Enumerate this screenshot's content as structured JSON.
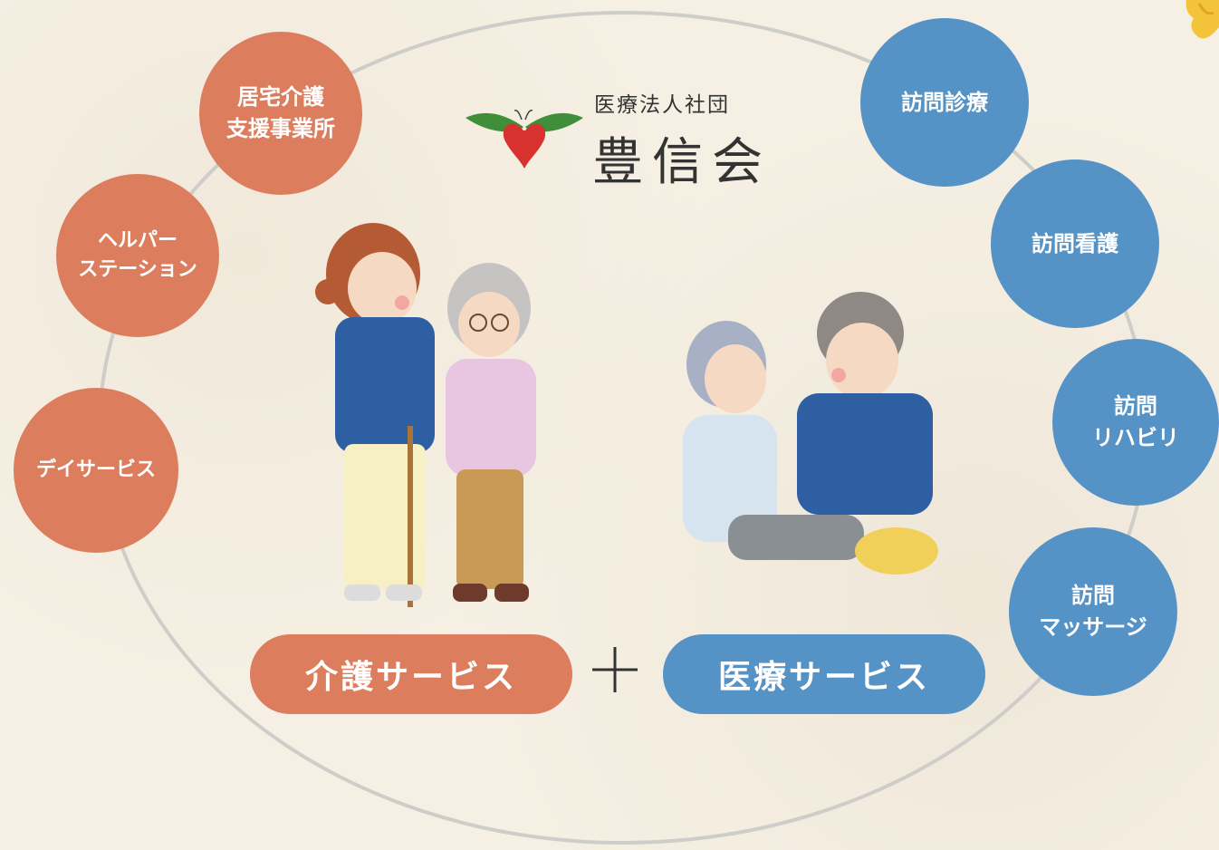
{
  "org": {
    "subtitle": "医療法人社団",
    "name": "豊信会"
  },
  "care_services": [
    "居宅介護\n支援事業所",
    "ヘルパー\nステーション",
    "デイサービス"
  ],
  "medical_services": [
    "訪問診療",
    "訪問看護",
    "訪問\nリハビリ",
    "訪問\nマッサージ"
  ],
  "categories": {
    "care": "介護サービス",
    "medical": "医療サービス"
  },
  "colors": {
    "care": "#dc7d5e",
    "medical": "#5592c6",
    "ring": "#cfcdc9",
    "background": "#f6f0e4"
  },
  "icons": [
    "heart-leaf-logo-icon",
    "plus-icon",
    "flower-icon"
  ]
}
